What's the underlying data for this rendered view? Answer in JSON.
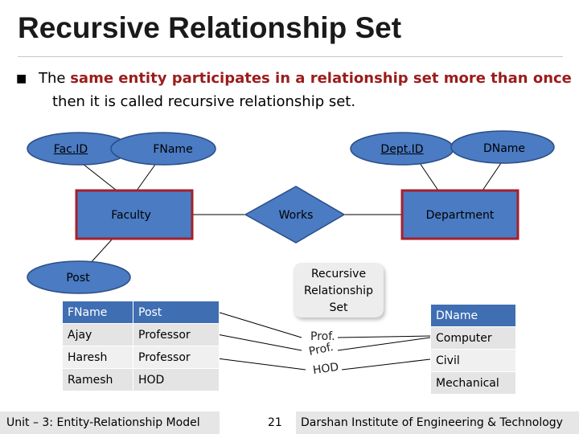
{
  "slide": {
    "title": "Recursive Relationship Set",
    "bullet": {
      "before": "The ",
      "highlight": "same entity participates in a relationship set more than once",
      "line2": "then it is called recursive relationship set."
    }
  },
  "er": {
    "attributes": {
      "fac_id": "Fac.ID",
      "fname": "FName",
      "post": "Post",
      "dept_id": "Dept.ID",
      "dname": "DName"
    },
    "entities": {
      "faculty": "Faculty",
      "department": "Department"
    },
    "relationship": "Works",
    "callout": [
      "Recursive",
      "Relationship",
      "Set"
    ]
  },
  "faculty_table": {
    "headers": [
      "FName",
      "Post"
    ],
    "rows": [
      [
        "Ajay",
        "Professor"
      ],
      [
        "Haresh",
        "Professor"
      ],
      [
        "Ramesh",
        "HOD"
      ]
    ]
  },
  "mapping_labels": [
    "Prof.",
    "Prof.",
    "HOD"
  ],
  "department_table": {
    "headers": [
      "DName"
    ],
    "rows": [
      "Computer",
      "Civil",
      "Mechanical"
    ]
  },
  "footer": {
    "left": "Unit – 3: Entity-Relationship Model",
    "page": "21",
    "right": "Darshan Institute of Engineering & Technology"
  },
  "colors": {
    "entity_border": "#a4202b",
    "attribute_fill": "#4a7bc3",
    "table_header": "#3f6eb3",
    "highlight_text": "#9b1c1c"
  }
}
